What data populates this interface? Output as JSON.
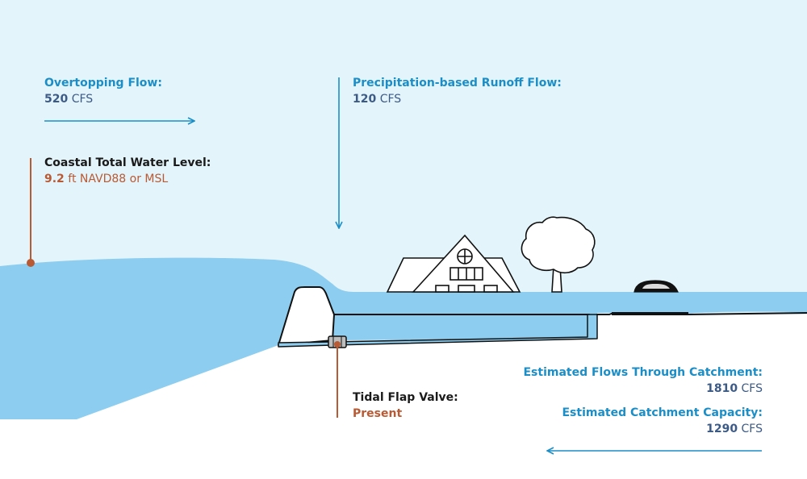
{
  "colors": {
    "sky": "#e3f4fb",
    "water": "#8dcdf0",
    "outline": "#111111",
    "flow_arrow": "#1b8ec7",
    "level_marker": "#b85a34",
    "value_blue": "#3c5a86",
    "value_rust": "#b85a34"
  },
  "overtopping": {
    "title": "Overtopping Flow:",
    "value": "520",
    "unit": "CFS"
  },
  "runoff": {
    "title": "Precipitation-based Runoff Flow:",
    "value": "120",
    "unit": "CFS"
  },
  "water_level": {
    "title": "Coastal Total Water Level:",
    "value": "9.2",
    "unit": "ft NAVD88 or MSL"
  },
  "flap_valve": {
    "title": "Tidal Flap Valve:",
    "status": "Present"
  },
  "catchment_flows": {
    "title": "Estimated Flows Through Catchment:",
    "value": "1810",
    "unit": "CFS"
  },
  "catchment_capacity": {
    "title": "Estimated Catchment Capacity:",
    "value": "1290",
    "unit": "CFS"
  },
  "icons": [
    "house-icon",
    "tree-icon",
    "car-icon",
    "flap-valve-icon"
  ]
}
